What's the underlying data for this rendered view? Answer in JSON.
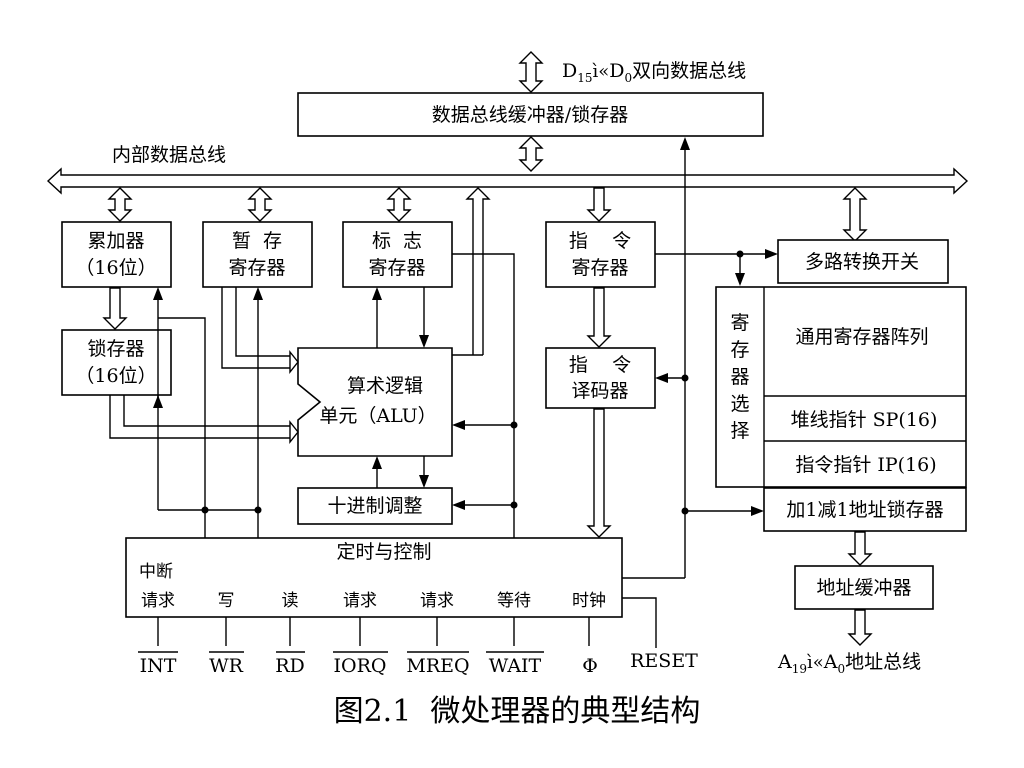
{
  "diagram": {
    "caption": "图2.1  微处理器的典型结构",
    "top_bus": {
      "main": "D",
      "sub1": "15",
      "mid": "ì«",
      "main2": "D",
      "sub2": "0",
      "tail": "双向数据总线"
    },
    "internal_bus": "内部数据总线",
    "boxes": {
      "data_buffer": "数据总线缓冲器/锁存器",
      "accumulator": [
        "累加器",
        "（16位）"
      ],
      "latch": [
        "锁存器",
        "（16位）"
      ],
      "temp_register": [
        "暂  存",
        "寄存器"
      ],
      "flag_register": [
        "标  志",
        "寄存器"
      ],
      "alu": [
        "算术逻辑",
        "单元（ALU）"
      ],
      "decimal_adjust": "十进制调整",
      "instruction_register": [
        "指    令",
        "寄存器"
      ],
      "instruction_decoder": [
        "指    令",
        "译码器"
      ],
      "multiplexer": "多路转换开关",
      "register_select": [
        "寄",
        "存",
        "器",
        "选",
        "择"
      ],
      "gp_registers": "通用寄存器阵列",
      "stack_pointer": "堆线指针 SP(16)",
      "instruction_pointer": "指令指针 IP(16)",
      "inc_dec_latch": "加1减1地址锁存器",
      "address_buffer": "地址缓冲器",
      "timing_control": "定时与控制"
    },
    "control_labels": {
      "interrupt_top": "中断",
      "interrupt": "请求",
      "write": "写",
      "read": "读",
      "request1": "请求",
      "request2": "请求",
      "wait": "等待",
      "clock": "时钟"
    },
    "signals": [
      "INT",
      "WR",
      "RD",
      "IORQ",
      "MREQ",
      "WAIT",
      "Φ",
      "RESET"
    ],
    "address_bus": {
      "main": "A",
      "sub1": "19",
      "mid": "ì«",
      "main2": "A",
      "sub2": "0",
      "tail": "地址总线"
    }
  }
}
